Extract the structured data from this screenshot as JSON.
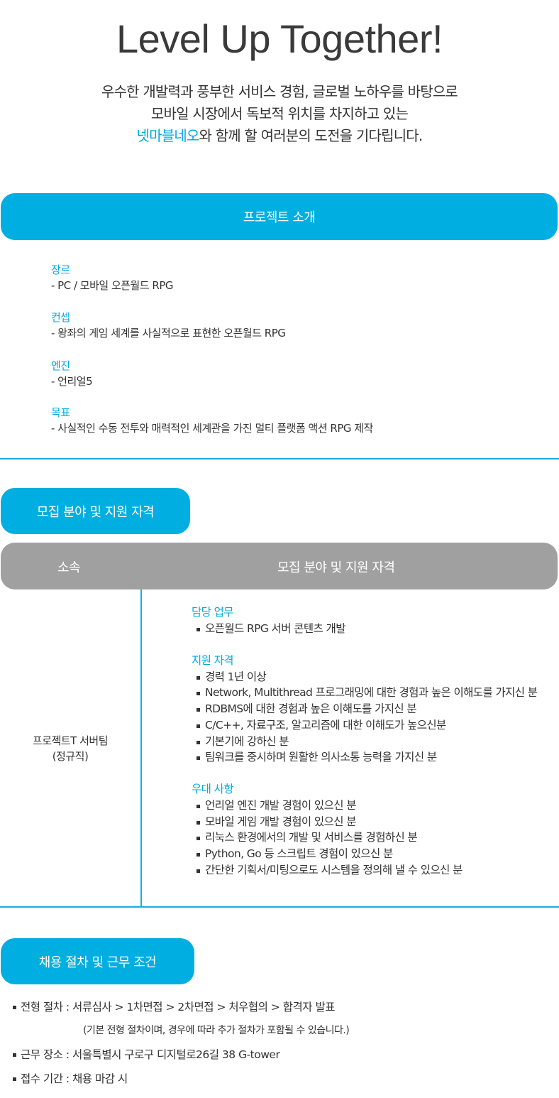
{
  "hero": {
    "title": "Level Up Together!",
    "intro_line1": "우수한 개발력과 풍부한 서비스 경험, 글로벌 노하우를 바탕으로",
    "intro_line2": "모바일 시장에서 독보적 위치를 차지하고 있는",
    "intro_line3_highlight": "넷마블네오",
    "intro_line3_rest": "와 함께 할 여러분의 도전을 기다립니다."
  },
  "project": {
    "heading": "프로젝트 소개",
    "groups": [
      {
        "label": "장르",
        "value": "- PC / 모바일 오픈월드 RPG"
      },
      {
        "label": "컨셉",
        "value": "- 왕좌의 게임 세계를 사실적으로 표현한 오픈월드 RPG"
      },
      {
        "label": "엔진",
        "value": "- 언리얼5"
      },
      {
        "label": "목표",
        "value": "- 사실적인 수동 전투와 매력적인 세계관을 가진 멀티 플랫폼 액션 RPG 제작"
      }
    ]
  },
  "recruit": {
    "heading": "모집 분야 및 지원 자격",
    "table": {
      "col1": "소속",
      "col2": "모집 분야 및 지원 자격",
      "team_line1": "프로젝트T 서버팀",
      "team_line2": "(정규직)",
      "sections": [
        {
          "title": "담당 업무",
          "items": [
            "오픈월드 RPG 서버 콘텐츠 개발"
          ]
        },
        {
          "title": "지원 자격",
          "items": [
            "경력 1년 이상",
            "Network, Multithread 프로그래밍에 대한 경험과 높은 이해도를 가지신 분",
            "RDBMS에 대한 경험과 높은 이해도를 가지신 분",
            "C/C++, 자료구조, 알고리즘에 대한 이해도가 높으신분",
            "기본기에 강하신 분",
            "팀워크를 중시하며 원활한 의사소통 능력을 가지신 분"
          ]
        },
        {
          "title": "우대 사항",
          "items": [
            "언리얼 엔진 개발 경험이 있으신 분",
            "모바일 게임 개발 경험이 있으신 분",
            "리눅스 환경에서의 개발 및 서비스를 경험하신 분",
            "Python, Go 등 스크립트 경험이 있으신 분",
            "간단한 기획서/미팅으로도 시스템을 정의해 낼 수 있으신 분"
          ]
        }
      ]
    }
  },
  "process": {
    "heading": "채용 절차 및 근무 조건",
    "steps": "전형 절차 : 서류심사 > 1차면접 > 2차면접 > 처우협의 > 합격자 발표",
    "note": "(기본 전형 절차이며, 경우에 따라 추가 절차가 포함될 수 있습니다.)",
    "location": "근무 장소 : 서울특별시 구로구 디지털로26길 38 G-tower",
    "period": "접수 기간 : 채용 마감 시"
  },
  "colors": {
    "accent": "#00aee1",
    "header_gray": "#a0a0a0",
    "text": "#333333"
  }
}
